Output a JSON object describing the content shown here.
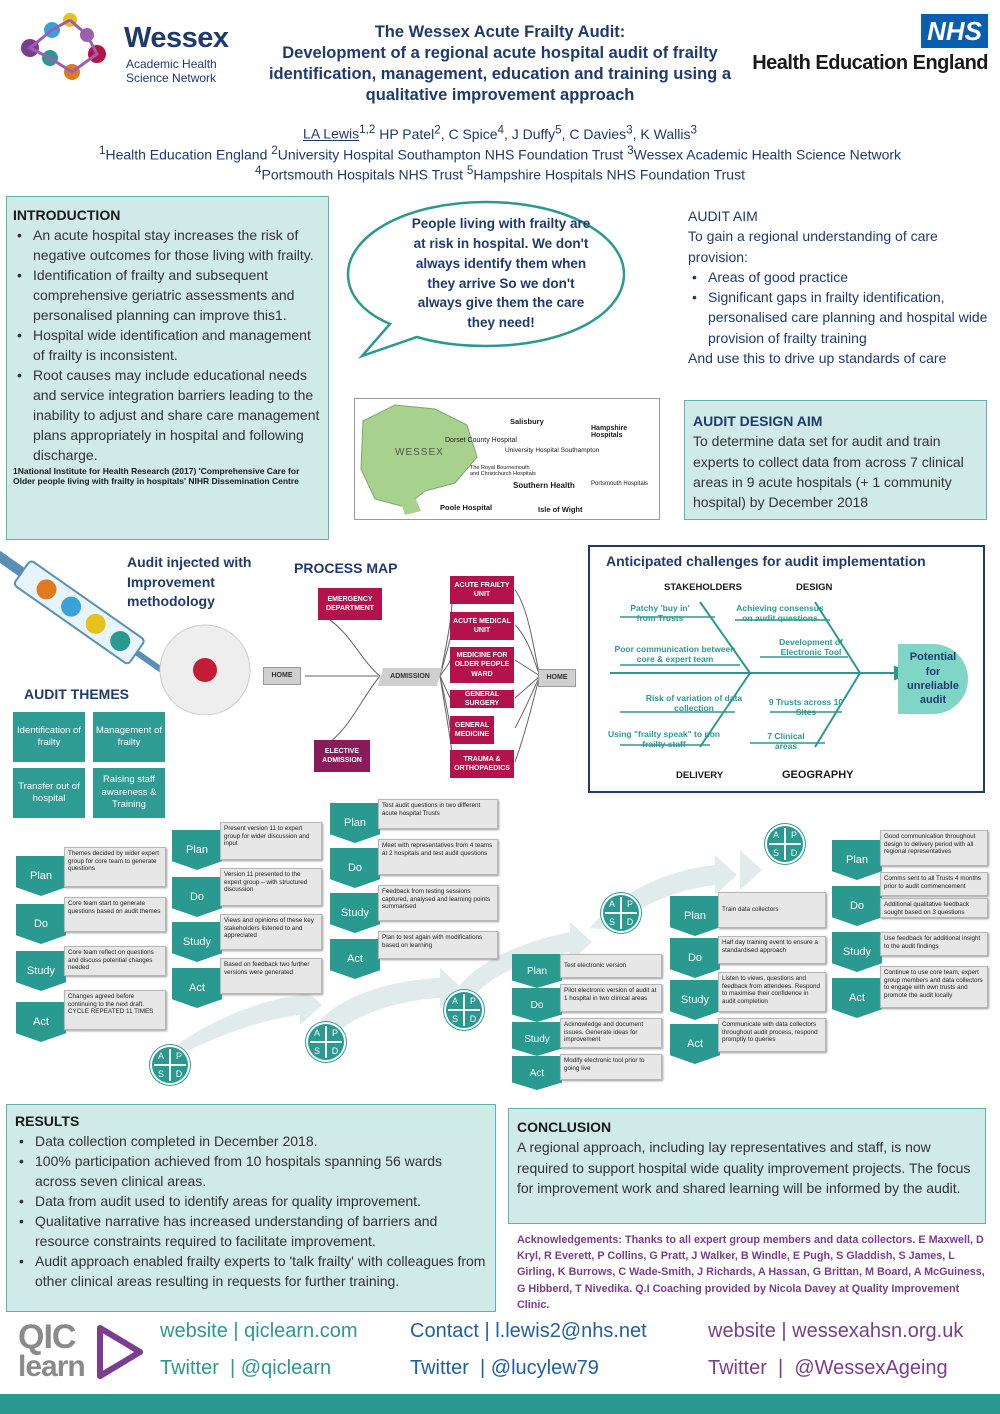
{
  "header": {
    "title_lines": [
      "The Wessex Acute Frailty Audit:",
      "Development of a regional acute hospital audit of frailty",
      "identification, management, education and training using a",
      "qualitative improvement approach"
    ],
    "authors": "LA Lewis1,2 HP Patel2, C Spice4, J Duffy5, C Davies3, K Wallis3",
    "author_main": "LA Lewis",
    "author_rest": " HP Patel, C Spice, J Duffy, C Davies, K Wallis",
    "affil1": "Health Education England  University Hospital Southampton NHS Foundation Trust  Wessex Academic Health Science Network",
    "affil2": "Portsmouth Hospitals NHS Trust  Hampshire Hospitals NHS Foundation Trust"
  },
  "logos": {
    "wessex_name": "Wessex",
    "wessex_sub1": "Academic Health",
    "wessex_sub2": "Science Network",
    "nhs": "NHS",
    "hee": "Health Education England"
  },
  "introduction": {
    "heading": "INTRODUCTION",
    "bullets": [
      "An acute hospital stay increases the risk of negative outcomes for those living with frailty.",
      "Identification of frailty and subsequent comprehensive geriatric assessments and personalised planning can improve this1.",
      "Hospital wide identification and management of frailty is inconsistent.",
      "Root causes may include educational needs and service integration barriers leading to the inability to adjust and share care management plans appropriately  in hospital and following discharge."
    ],
    "footnote": "1National Institute for Health Research (2017) 'Comprehensive Care for Older people living with frailty in hospitals' NIHR Dissemination Centre"
  },
  "speech": {
    "text": "People living with frailty are at risk in hospital. We don't always identify them when they arrive So we don't always give them the care they need!"
  },
  "audit_aim": {
    "heading": "AUDIT AIM",
    "intro": "To gain a regional understanding of care provision:",
    "bullets": [
      "Areas of good practice",
      "Significant gaps in frailty identification, personalised care planning and hospital wide provision of frailty training"
    ],
    "outro": "And use this to drive up standards of care"
  },
  "design_aim": {
    "heading": "AUDIT DESIGN AIM",
    "text": "To determine data set for audit and train experts to collect data from across 7 clinical areas in 9 acute hospitals (+ 1 community hospital) by December 2018"
  },
  "map": {
    "region": "WESSEX",
    "hospitals": [
      "Salisbury",
      "Hampshire Hospitals",
      "Dorset County Hospital",
      "University Hospital Southampton",
      "The Royal Bournemouth and Christchurch Hospitals",
      "Southern Health",
      "Portsmouth Hospitals",
      "Poole Hospital",
      "Isle of Wight"
    ]
  },
  "injected": {
    "text": "Audit injected with Improvement methodology"
  },
  "process_map": {
    "title": "PROCESS MAP",
    "emergency": "EMERGENCY DEPARTMENT",
    "elective": "ELECTIVE ADMISSION",
    "home": "HOME",
    "admission": "ADMISSION",
    "units": [
      "ACUTE FRAILTY UNIT",
      "ACUTE MEDICAL UNIT",
      "MEDICINE FOR OLDER PEOPLE WARD",
      "GENERAL SURGERY",
      "GENERAL MEDICINE",
      "TRAUMA & ORTHOPAEDICS"
    ]
  },
  "challenges": {
    "title": "Anticipated  challenges for audit implementation",
    "stakeholders": "STAKEHOLDERS",
    "design": "DESIGN",
    "delivery": "DELIVERY",
    "geography": "GEOGRAPHY",
    "items": [
      "Patchy 'buy in' from Trusts",
      "Achieving consensus on audit questions",
      "Poor communication between core & expert team",
      "Development of Electronic Tool",
      "Risk of variation of data collection",
      "9 Trusts across 10 Sites",
      "Using \"frailty speak\" to non frailty staff",
      "7 Clinical areas"
    ],
    "outcome": "Potential for unreliable audit"
  },
  "themes": {
    "heading": "AUDIT THEMES",
    "items": [
      "Identification of frailty",
      "Management of frailty",
      "Transfer out of hospital",
      "Raising staff awareness & Training"
    ]
  },
  "pdsa_labels": {
    "plan": "Plan",
    "do": "Do",
    "study": "Study",
    "act": "Act",
    "a": "A",
    "p": "P",
    "s": "S",
    "d": "D"
  },
  "cycles": [
    [
      "Themes decided by wider expert group for core team to generate questions",
      "Core team start to generate questions based on audit themes",
      "Core team reflect on questions and discuss potential changes needed",
      "Changes agreed before continuing to the next draft. CYCLE REPEATED 11 TIMES"
    ],
    [
      "Present version 11 to expert group for wider discussion and input",
      "Version 11 presented to the expert group – with structured discussion",
      "Views and opinions of these key stakeholders listened to and appreciated",
      "Based on feedback two further versions were generated"
    ],
    [
      "Test audit questions in two different acute hospital Trusts",
      "Meet with representatives from 4 teams at 2 hospitals and test audit questions",
      "Feedback from testing sessions captured, analysed and learning points summarised",
      "Plan to test again with modifications based on learning"
    ],
    [
      "Test electronic version",
      "Pilot electronic version of audit at 1 hospital in two clinical areas",
      "Acknowledge and document issues. Generate ideas for improvement",
      "Modify electronic tool prior to going live"
    ],
    [
      "Train data collectors",
      "Half day training event to ensure a standardised approach",
      "Listen to views, questions and feedback from attendees. Respond to maximise their confidence in audit completion",
      "Communicate with data collectors throughout audit process, respond promptly to queries"
    ],
    [
      "Good communication throughout design to delivery period with all regional representatives",
      "Comms sent to all Trusts 4 months prior to audit commencement",
      "Use feedback for additional insight to the audit findings",
      "Continue to use core team, expert group members and data collectors to engage with own trusts and promote the audit locally"
    ]
  ],
  "cycle_extra": "Additional qualitative feedback sought based on 3 questions",
  "results": {
    "heading": "RESULTS",
    "bullets": [
      "Data collection completed in December 2018.",
      "100% participation achieved from 10 hospitals spanning 56 wards across seven clinical areas.",
      "Data from audit used to identify areas for quality improvement.",
      "Qualitative narrative has increased understanding of barriers and resource constraints required to facilitate improvement.",
      "Audit approach enabled frailty experts to 'talk frailty' with colleagues from other clinical areas resulting in requests for further training."
    ]
  },
  "conclusion": {
    "heading": "CONCLUSION",
    "text": "A regional approach, including lay representatives and staff, is now required to support hospital wide quality improvement projects. The focus for improvement work and shared learning will be informed by the audit."
  },
  "acknowledgements": "Acknowledgements: Thanks to all expert group members and data collectors. E Maxwell, D Kryl, R Everett, P Collins, G Pratt, J Walker, B Windle, E Pugh, S Gladdish, S James,  L Girling, K Burrows, C Wade-Smith, J Richards, A Hassan, G Brittan, M Board, A McGuiness, G Hibberd, T Nivedika. Q.I Coaching provided by Nicola Davey at Quality Improvement Clinic.",
  "footer": {
    "qic_top": "QIC",
    "qic_bottom": "learn",
    "web1": "website | qiclearn.com",
    "tw1": "Twitter  | @qiclearn",
    "contact": "Contact | l.lewis2@nhs.net",
    "tw2": "Twitter  | @lucylew79",
    "web3": "website | wessexahsn.org.uk",
    "tw3": "Twitter  |  @WessexAgeing"
  },
  "colors": {
    "teal": "#2a9a91",
    "navy": "#1f3a6e",
    "purple": "#7a3d8f",
    "maroon": "#b3124a"
  }
}
